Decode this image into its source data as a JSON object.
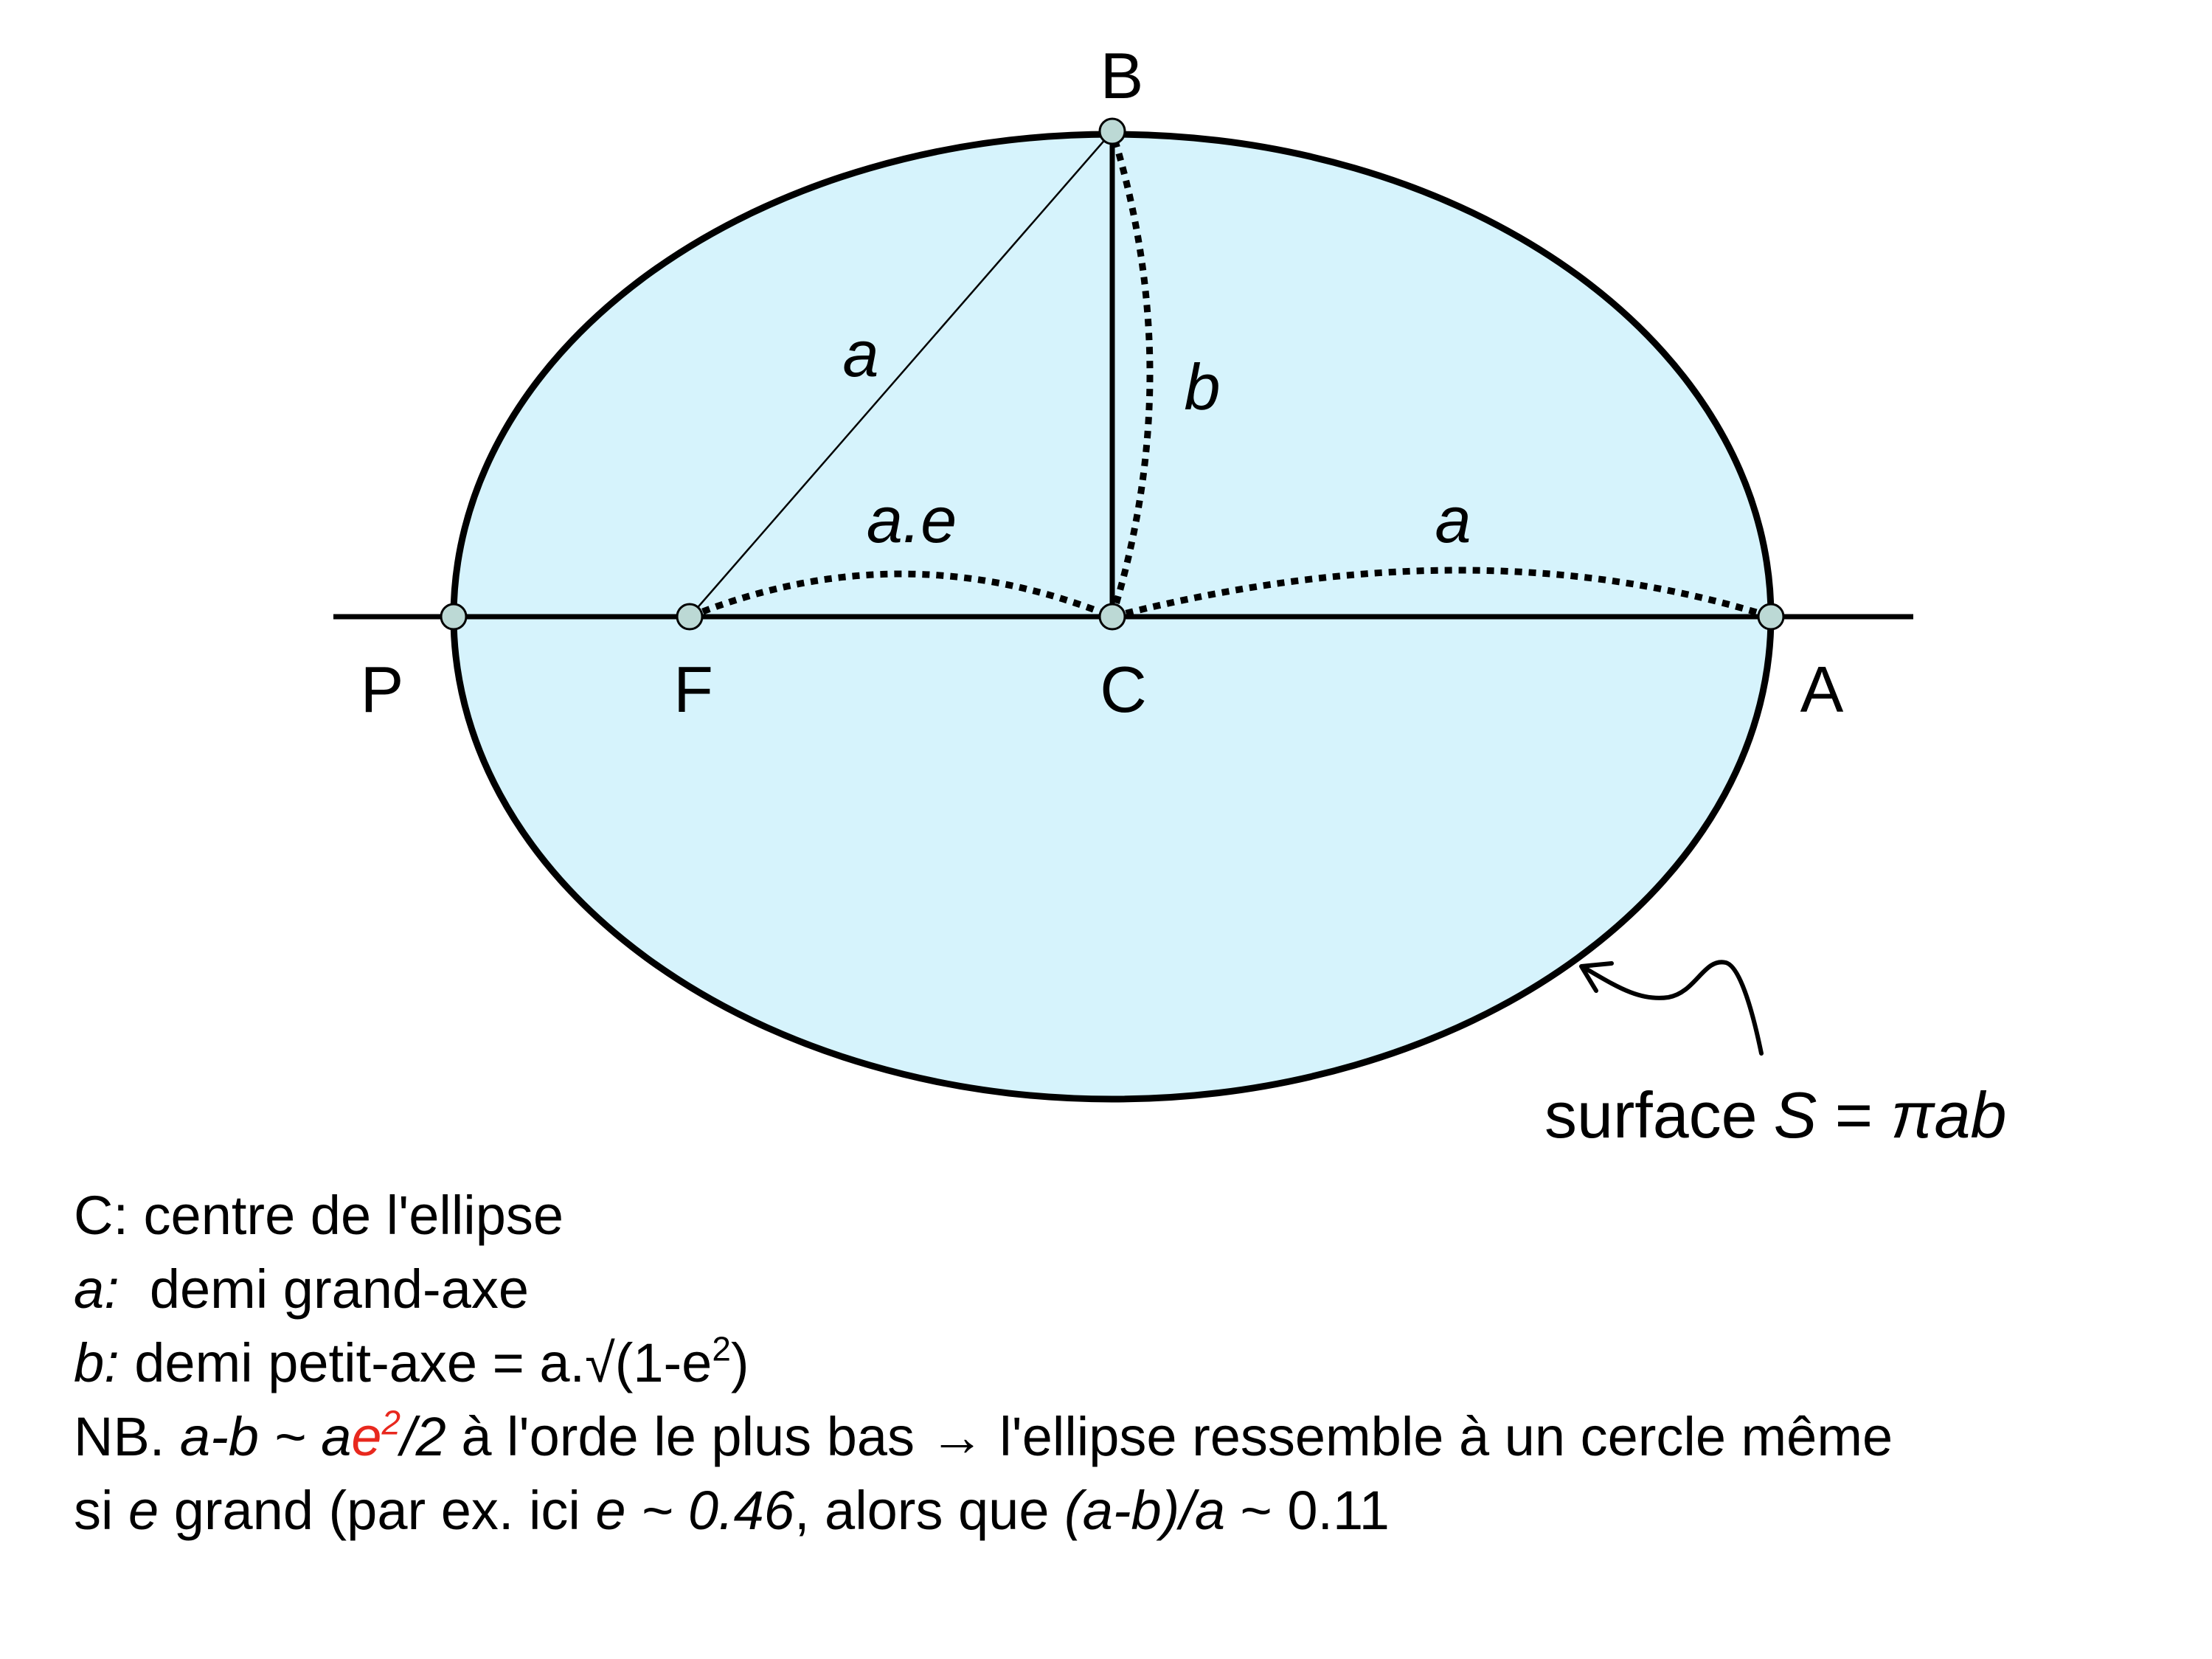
{
  "colors": {
    "ellipse_fill": "#d6f3fc",
    "stroke": "#000000",
    "point_fill": "#bcd9d5",
    "highlight": "#e8281e"
  },
  "points": {
    "B": "B",
    "P": "P",
    "F": "F",
    "C": "C",
    "A": "A"
  },
  "segments": {
    "focal_radius": "a",
    "minor_semi_axis": "b",
    "focal_distance": "a.e",
    "major_semi_axis": "a"
  },
  "surface": {
    "word": "surface",
    "symbol": "S",
    "equals": " = ",
    "formula": "πab"
  },
  "legend": {
    "line1": "C: centre de l'ellipse",
    "line2_var": "a:",
    "line2_text": "  demi grand-axe",
    "line3_var": "b:",
    "line3_text": " demi petit-axe = a.√(1-e",
    "line3_sup": "2",
    "line3_end": ")",
    "line4_nb": "NB. ",
    "line4_expr_a": "a-b ~ a",
    "line4_expr_e": "e",
    "line4_expr_sup": "2",
    "line4_expr_end": "/2",
    "line4_text": " à l'orde le plus bas → l'ellipse ressemble à un cercle même",
    "line5_si": "si ",
    "line5_e": "e",
    "line5_text1": " grand (par ex. ici ",
    "line5_ecc": "e ~ 0.46",
    "line5_text2": ", alors que ",
    "line5_ratio": "(a-b)/a",
    "line5_text3": " ~ 0.11"
  }
}
